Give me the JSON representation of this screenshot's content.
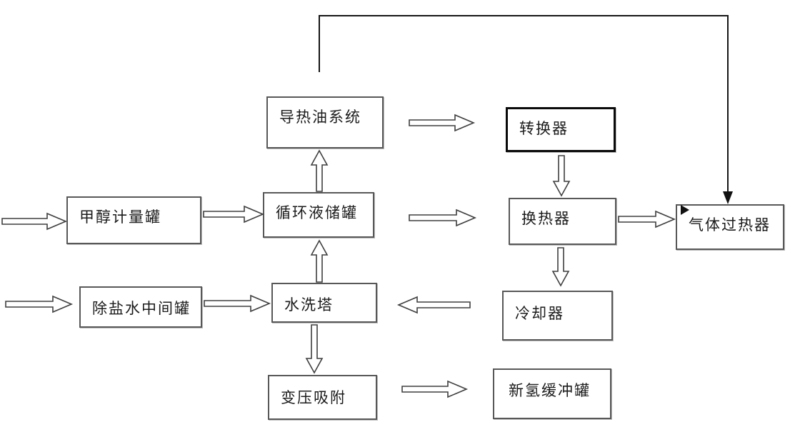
{
  "diagram": {
    "title": "",
    "nodes": [
      {
        "id": "heat-oil-system",
        "label": "导热油系统"
      },
      {
        "id": "converter",
        "label": "转换器"
      },
      {
        "id": "methanol-metering-tank",
        "label": "甲醇计量罐"
      },
      {
        "id": "circulating-liquid-tank",
        "label": "循环液储罐"
      },
      {
        "id": "heat-exchanger",
        "label": "换热器"
      },
      {
        "id": "gas-superheater",
        "label": "气体过热器"
      },
      {
        "id": "desalted-water-tank",
        "label": "除盐水中间罐"
      },
      {
        "id": "water-wash-tower",
        "label": "水洗塔"
      },
      {
        "id": "cooler",
        "label": "冷却器"
      },
      {
        "id": "psa",
        "label": "变压吸附"
      },
      {
        "id": "fresh-hydrogen-buffer-tank",
        "label": "新氢缓冲罐"
      }
    ],
    "edges": [
      {
        "from": "feed-inlet-1",
        "to": "methanol-metering-tank",
        "style": "hollow"
      },
      {
        "from": "methanol-metering-tank",
        "to": "circulating-liquid-tank",
        "style": "hollow"
      },
      {
        "from": "heat-oil-system",
        "to": "converter",
        "style": "hollow"
      },
      {
        "from": "circulating-liquid-tank",
        "to": "heat-exchanger",
        "style": "hollow"
      },
      {
        "from": "heat-exchanger",
        "to": "gas-superheater",
        "style": "hollow"
      },
      {
        "from": "circulating-liquid-tank",
        "to": "heat-oil-system",
        "style": "hollow"
      },
      {
        "from": "converter",
        "to": "heat-exchanger",
        "style": "hollow"
      },
      {
        "from": "heat-exchanger",
        "to": "cooler",
        "style": "hollow"
      },
      {
        "from": "water-wash-tower",
        "to": "circulating-liquid-tank",
        "style": "hollow"
      },
      {
        "from": "feed-inlet-2",
        "to": "desalted-water-tank",
        "style": "hollow"
      },
      {
        "from": "desalted-water-tank",
        "to": "water-wash-tower",
        "style": "hollow"
      },
      {
        "from": "cooler",
        "to": "water-wash-tower",
        "style": "hollow"
      },
      {
        "from": "water-wash-tower",
        "to": "psa",
        "style": "hollow"
      },
      {
        "from": "psa",
        "to": "fresh-hydrogen-buffer-tank",
        "style": "hollow"
      },
      {
        "from": "recycle-overhead-line",
        "to": "gas-superheater",
        "style": "solid"
      }
    ],
    "colors": {
      "hollow_arrow_outline": "#3f3f3f",
      "solid_line": "#161616",
      "box_border": "#585858",
      "converter_border": "#0a0a0a",
      "background": "#ffffff"
    }
  }
}
